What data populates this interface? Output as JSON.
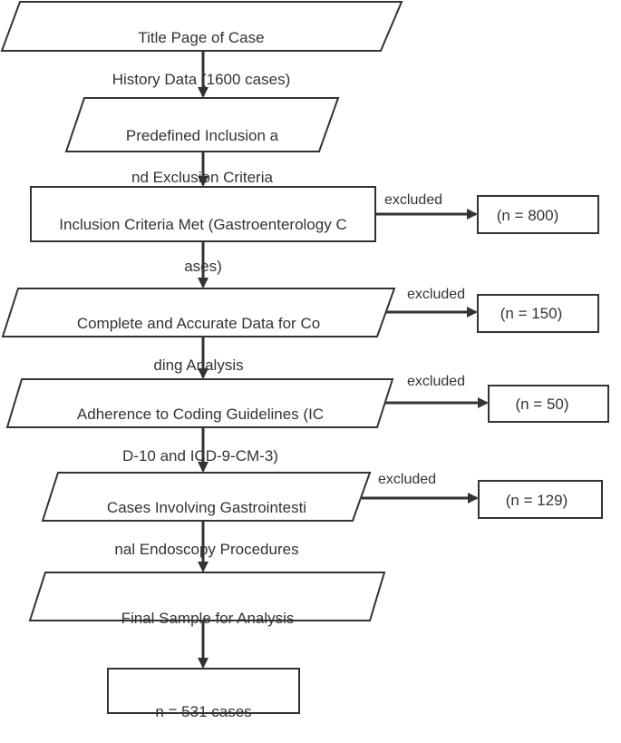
{
  "nodes": {
    "title_page": {
      "line1": "Title Page of Case",
      "line2": "History Data (1600 cases)"
    },
    "criteria": {
      "line1": "Predefined Inclusion a",
      "line2": "nd Exclusion Criteria"
    },
    "inclusion_met": {
      "line1": "Inclusion Criteria Met (Gastroenterology C",
      "line2": "ases)"
    },
    "complete_data": {
      "line1": "Complete and Accurate Data for Co",
      "line2": "ding Analysis"
    },
    "adherence": {
      "line1": "Adherence to Coding Guidelines (IC",
      "line2": "D-10 and ICD-9-CM-3)"
    },
    "endoscopy": {
      "line1": "Cases Involving Gastrointesti",
      "line2": "nal Endoscopy Procedures"
    },
    "final_sample": {
      "line1": "Final Sample for Analysis"
    },
    "result": {
      "line1": "n = 531 cases"
    }
  },
  "exclusions": [
    {
      "label": "excluded",
      "count": "(n = 800)"
    },
    {
      "label": "excluded",
      "count": "(n = 150)"
    },
    {
      "label": "excluded",
      "count": "(n = 50)"
    },
    {
      "label": "excluded",
      "count": "(n = 129)"
    }
  ],
  "colors": {
    "stroke": "#333333",
    "fill": "#ffffff",
    "text": "#333333"
  }
}
